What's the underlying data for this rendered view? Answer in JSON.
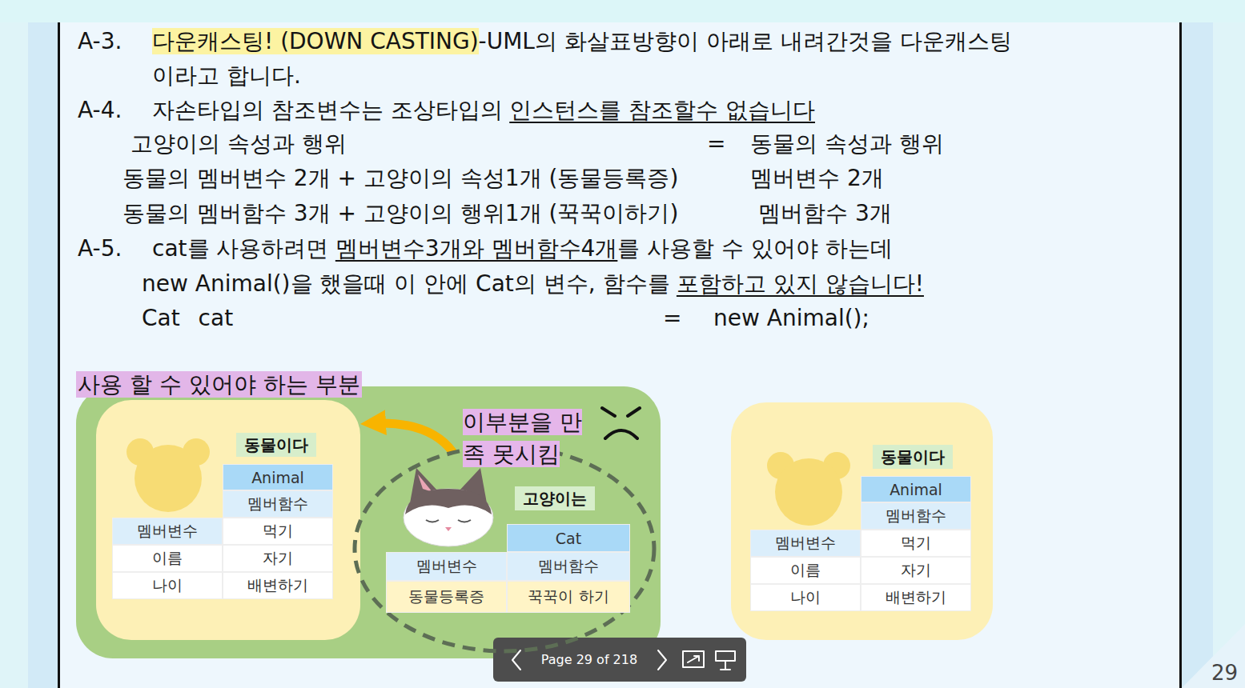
{
  "diagram": {
    "nodes": [
      {
        "text": [
          "사용 할 수 있어야 하는 부분"
        ]
      },
      {
        "text": [
          "동물이다"
        ],
        "in": 0
      },
      {
        "text": [
          "고양이는"
        ],
        "in": 0
      },
      {
        "text": [
          "동물이다"
        ]
      }
    ],
    "edges": [
      {
        "from": 2,
        "to": 1,
        "arrow": "to"
      }
    ],
    "labels": [
      "A-3.",
      "다운캐스팅! (DOWN CASTING)",
      "-UML의 화살표방향이 아래로 내려간것을 다운캐스팅이라고 합니다.",
      "A-4.",
      "자손타입의 참조변수는 조상타입의",
      "인스턴스를 참조할수 없습니다",
      "고양이의 속성과 행위",
      "=",
      "동물의 속성과 행위",
      "동물의 멤버변수 2개 + 고양이의 속성1개 (동물등록증)",
      "멤버변수 2개",
      "동물의 멤버함수 3개 + 고양이의 행위1개 (꾹꾹이하기)",
      "멤버함수 3개",
      "A-5.",
      "cat를 사용하려면",
      "멤버변수3개와 멤버함수4개",
      "를 사용할 수 있어야 하는데",
      "new Animal()을 했을때 이 안에 Cat의 변수, 함수를",
      "포함하고 있지 않습니다!",
      "Cat cat",
      "=",
      "new Animal();",
      "이부분을 만족 못시킴",
      "Animal",
      "멤버함수",
      "멤버변수",
      "먹기",
      "이름",
      "자기",
      "나이",
      "배변하기",
      "Cat",
      "멤버변수",
      "멤버함수",
      "동물등록증",
      "꾹꾹이 하기",
      "Animal",
      "멤버함수",
      "멤버변수",
      "먹기",
      "이름",
      "자기",
      "나이",
      "배변하기",
      "Page 29 of 218",
      "29"
    ]
  }
}
